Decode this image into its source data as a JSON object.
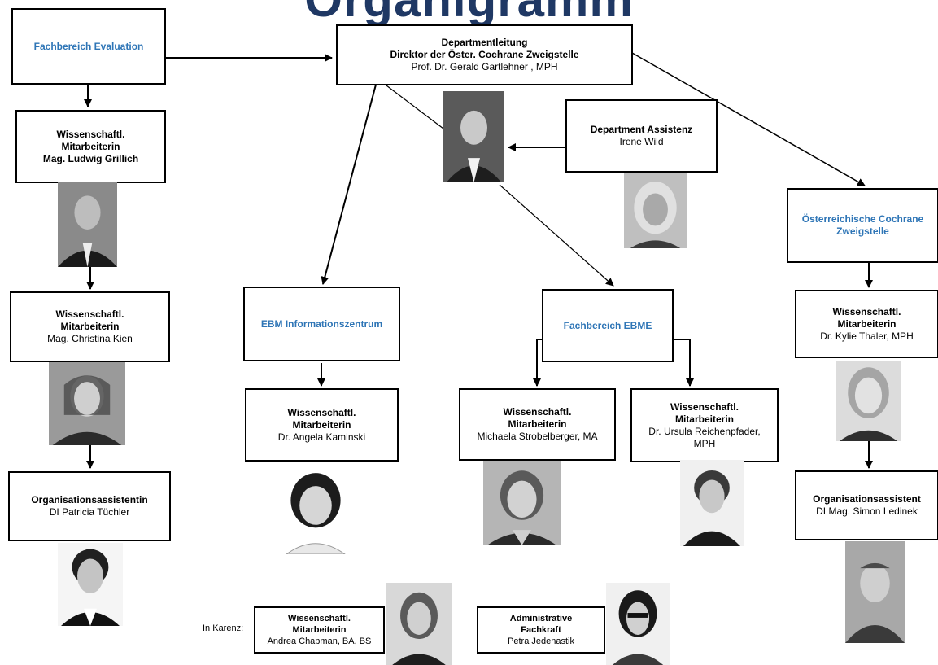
{
  "title": "Organigramm",
  "boxes": {
    "evaluation": {
      "title": "Fachbereich Evaluation"
    },
    "leitung": {
      "line1": "Departmentleitung",
      "line2": "Direktor der Öster. Cochrane  Zweigstelle",
      "line3": "Prof. Dr. Gerald Gartlehner , MPH"
    },
    "assistenz": {
      "title": "Department Assistenz",
      "name": "Irene Wild"
    },
    "cochrane": {
      "title": "Österreichische Cochrane Zweigstelle"
    },
    "grillich": {
      "role1": "Wissenschaftl.",
      "role2": "Mitarbeiterin",
      "name": "Mag. Ludwig Grillich"
    },
    "kien": {
      "role1": "Wissenschaftl.",
      "role2": "Mitarbeiterin",
      "name": "Mag. Christina  Kien"
    },
    "tuechler": {
      "role": "Organisationsassistentin",
      "name": "DI Patricia Tüchler"
    },
    "ebm_info": {
      "title": "EBM Informationszentrum"
    },
    "kaminski": {
      "role1": "Wissenschaftl.",
      "role2": "Mitarbeiterin",
      "name": "Dr. Angela Kaminski"
    },
    "ebme": {
      "title": "Fachbereich EBME"
    },
    "strobelberger": {
      "role1": "Wissenschaftl.",
      "role2": "Mitarbeiterin",
      "name": "Michaela Strobelberger, MA"
    },
    "reichenpfader": {
      "role1": "Wissenschaftl.",
      "role2": "Mitarbeiterin",
      "name1": "Dr. Ursula Reichenpfader,",
      "name2": "MPH"
    },
    "thaler": {
      "role1": "Wissenschaftl.",
      "role2": "Mitarbeiterin",
      "name": "Dr. Kylie Thaler, MPH"
    },
    "ledinek": {
      "role": "Organisationsassistent",
      "name": "DI  Mag. Simon Ledinek"
    },
    "chapman": {
      "role1": "Wissenschaftl.",
      "role2": "Mitarbeiterin",
      "name": "Andrea Chapman, BA, BS"
    },
    "jedenastik": {
      "role1": "Administrative",
      "role2": "Fachkraft",
      "name": "Petra Jedenastik"
    }
  },
  "karenz_label": "In Karenz:",
  "colors": {
    "title": "#1f3864",
    "unit_title": "#2e75b6",
    "border": "#000000"
  }
}
